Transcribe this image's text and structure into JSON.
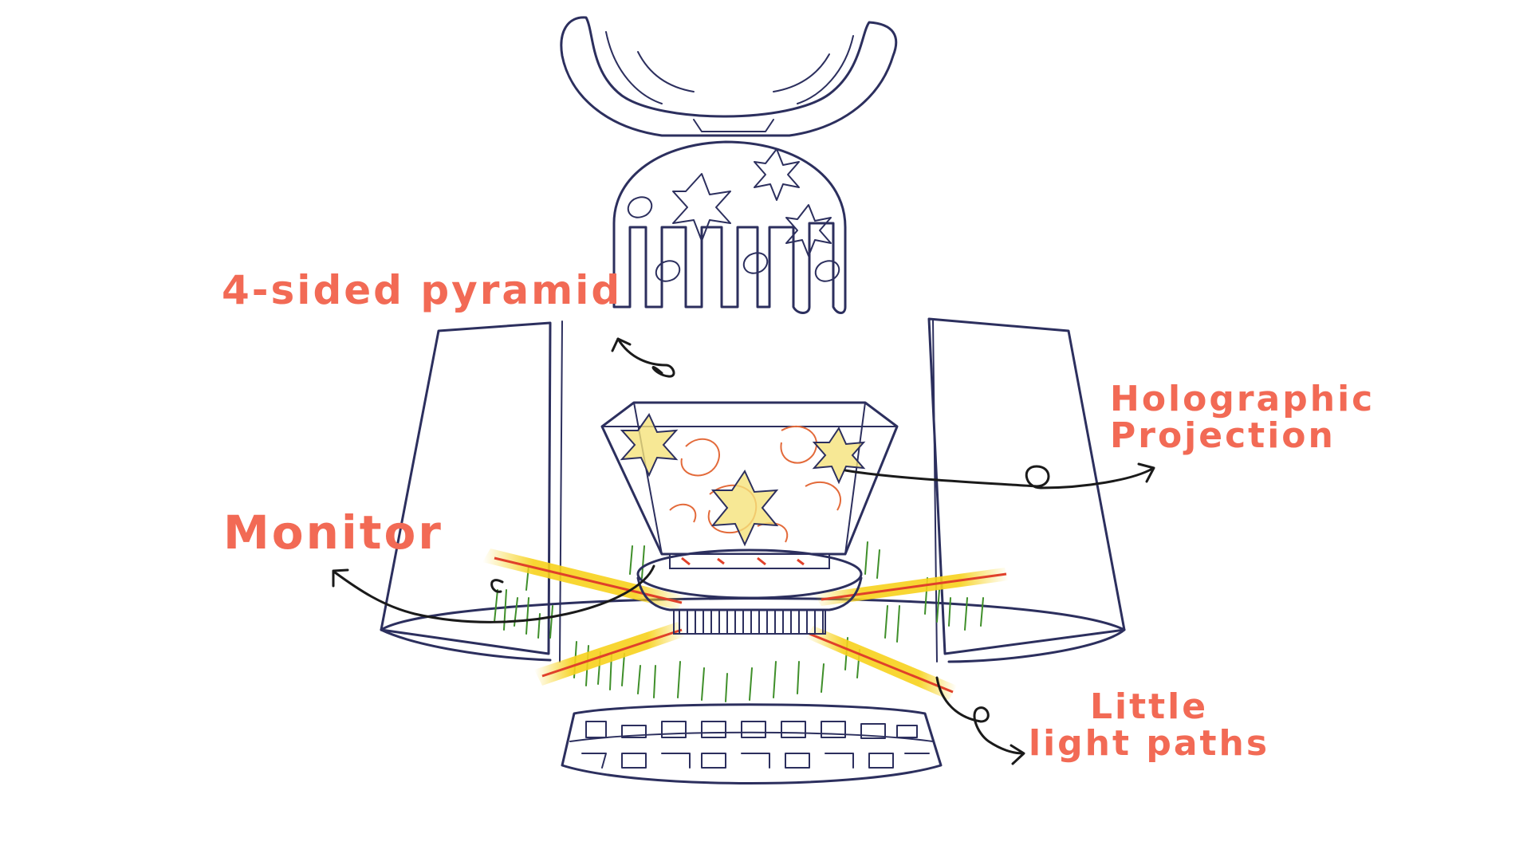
{
  "labels": {
    "pyramid": "4-sided pyramid",
    "monitor": "Monitor",
    "holographic_line1": "Holographic",
    "holographic_line2": "Projection",
    "paths_line1": "Little",
    "paths_line2": "light paths"
  },
  "colors": {
    "label": "#f26a55",
    "ink": "#2c2f5e",
    "light_yellow": "#f7d21c",
    "light_red": "#e0402a",
    "grass": "#3f8f2a",
    "flower": "#f5e27a"
  },
  "icons": [
    "antler-crown-icon",
    "flower-icon",
    "swirl-pattern-icon",
    "arrow-icon"
  ]
}
